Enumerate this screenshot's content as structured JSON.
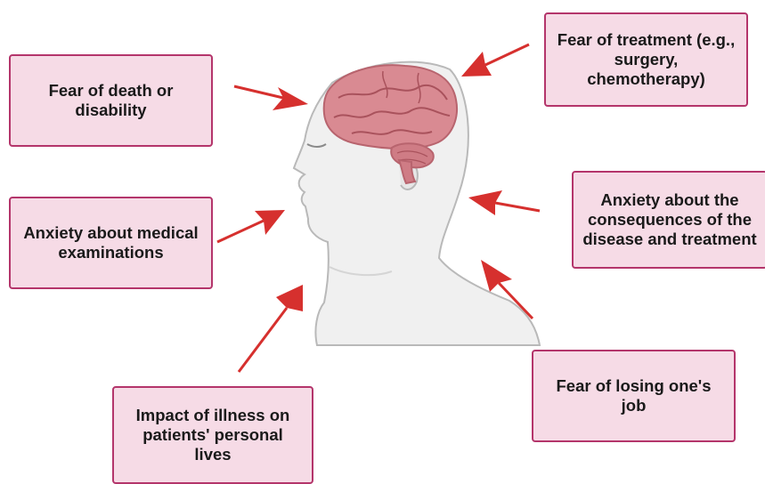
{
  "labels": {
    "death": "Fear of death or disability",
    "exams": "Anxiety about medical examinations",
    "impact": "Impact of illness on patients' personal lives",
    "treatment": "Fear of treatment (e.g., surgery, chemotherapy)",
    "consequences": "Anxiety about the consequences of the disease and treatment",
    "job": "Fear of losing one's job"
  },
  "colors": {
    "box_fill": "#f6dbe6",
    "box_border": "#b4356b",
    "arrow": "#d6302e",
    "brain": "#d98a92",
    "head_fill": "#f0f0f0",
    "head_outline": "#b9b9b9"
  },
  "icons": {
    "head": "human-head-profile-icon",
    "brain": "brain-icon",
    "arrow": "red-arrow-icon"
  }
}
